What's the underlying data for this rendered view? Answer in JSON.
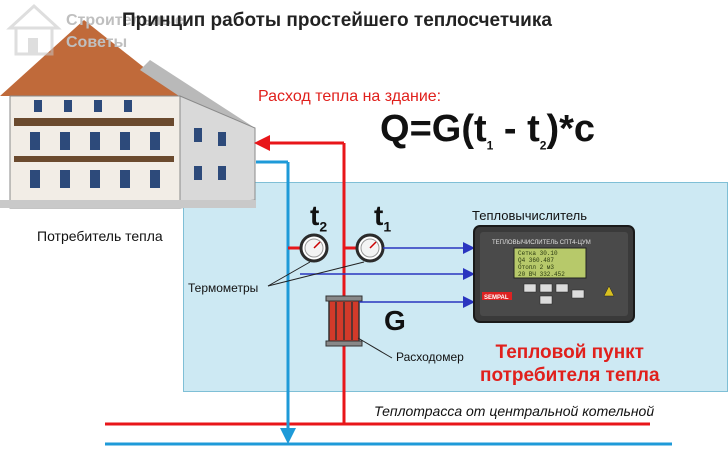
{
  "title": "Принцип работы простейшего теплосчетчика",
  "watermark": {
    "line1": "Строительные",
    "line2": "Советы"
  },
  "flow_label": "Расход тепла на здание:",
  "formula": {
    "q": "Q",
    "eq": "=",
    "g": "G",
    "open": "(",
    "t": "t",
    "sub1": "1",
    "minus": " - ",
    "sub2": "2",
    "close": ")*c"
  },
  "consumer_label": "Потребитель тепла",
  "t2": {
    "t": "t",
    "sub": "2"
  },
  "t1": {
    "t": "t",
    "sub": "1"
  },
  "g_label": "G",
  "calculator_label": "Тепловычислитель",
  "thermometers_label": "Термометры",
  "flowmeter_label": "Расходомер",
  "heat_point_label": {
    "line1": "Тепловой пункт",
    "line2": "потребителя тепла"
  },
  "route_label": "Теплотрасса от центральной котельной",
  "device": {
    "header": "ТЕПЛОВЫЧИСЛИТЕЛЬ СПТ4-ЦУМ",
    "brand": "SEMPAL",
    "screen_lines": [
      "Сетка   30.10",
      "Q4   360.487",
      "Отопл 2   м3",
      "20 ВЧ   332.452"
    ]
  },
  "colors": {
    "hot": "#e8161a",
    "cold": "#1e9ad8",
    "zone": "#cde9f3",
    "zone_border": "#7fbfd6"
  }
}
